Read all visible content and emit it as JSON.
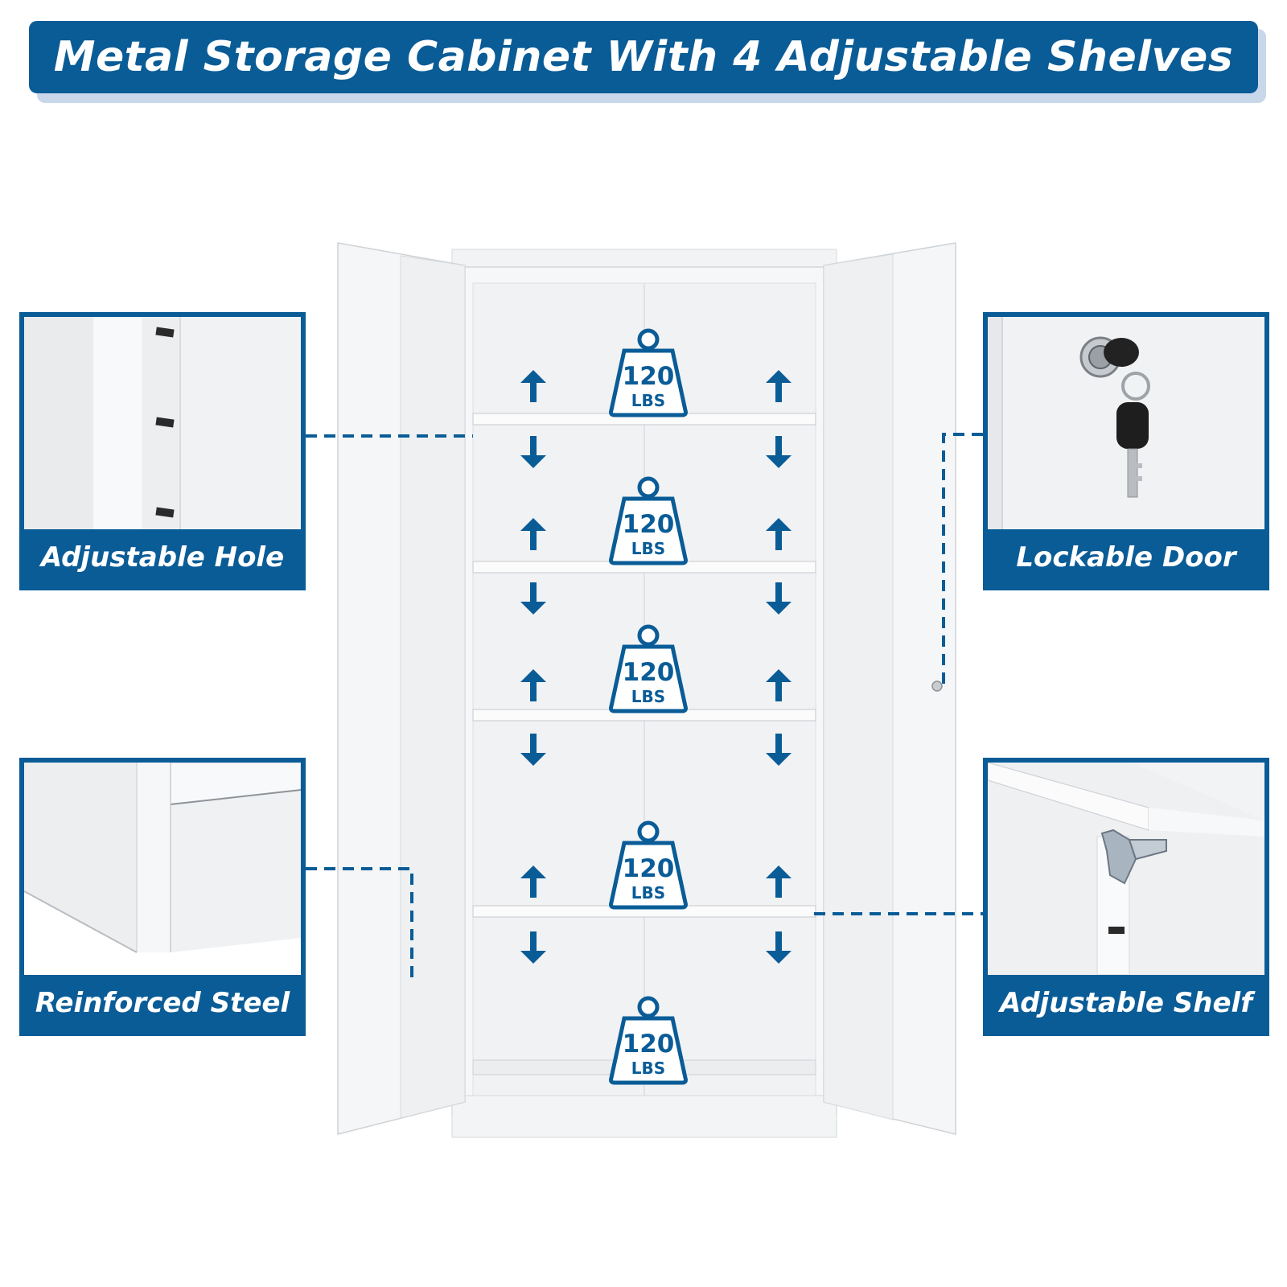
{
  "banner": {
    "title": "Metal Storage Cabinet With 4 Adjustable Shelves"
  },
  "callouts": {
    "adjustable_hole": {
      "label": "Adjustable Hole"
    },
    "reinforced_steel": {
      "label": "Reinforced Steel"
    },
    "lockable_door": {
      "label": "Lockable Door"
    },
    "adjustable_shelf": {
      "label": "Adjustable Shelf"
    }
  },
  "load_badges": [
    {
      "value": "120",
      "unit": "LBS"
    },
    {
      "value": "120",
      "unit": "LBS"
    },
    {
      "value": "120",
      "unit": "LBS"
    },
    {
      "value": "120",
      "unit": "LBS"
    },
    {
      "value": "120",
      "unit": "LBS"
    }
  ],
  "colors": {
    "brand_blue": "#0a5c97",
    "banner_shadow": "#c8d8ea",
    "cabinet_white": "#f4f5f6"
  },
  "icons": [
    "arrow-up-icon",
    "arrow-down-icon",
    "weight-icon",
    "key-icon",
    "lock-icon",
    "shelf-clip-icon"
  ]
}
